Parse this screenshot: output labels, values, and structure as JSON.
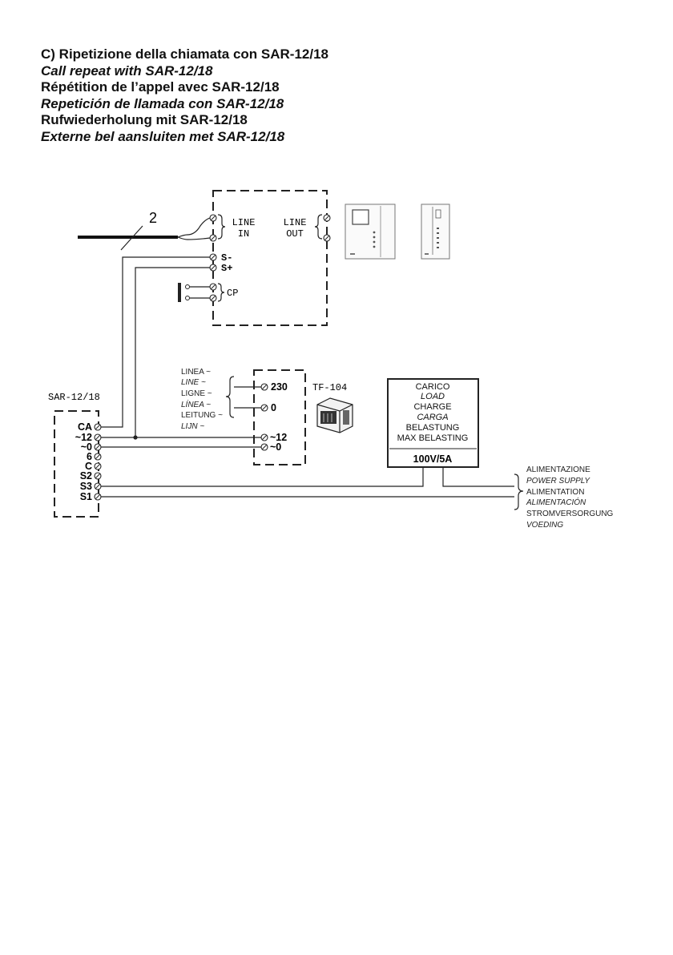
{
  "titles": [
    {
      "text": "C) Ripetizione della chiamata con SAR-12/18",
      "italic": false
    },
    {
      "text": "Call repeat with SAR-12/18",
      "italic": true
    },
    {
      "text": "Répétition de l’appel avec SAR-12/18",
      "italic": false
    },
    {
      "text": "Repetición de llamada con SAR-12/18",
      "italic": true
    },
    {
      "text": "Rufwiederholung mit SAR-12/18",
      "italic": false
    },
    {
      "text": "Externe bel aansluiten met SAR-12/18",
      "italic": true
    }
  ],
  "diagram": {
    "cable_count": "2",
    "monitor": {
      "line_in": [
        "LINE",
        "IN"
      ],
      "line_out": [
        "LINE",
        "OUT"
      ],
      "terminals": [
        "S-",
        "S+"
      ],
      "cp": "CP"
    },
    "sar": {
      "label": "SAR-12/18",
      "terminals": [
        "CA",
        "~12",
        "~0",
        "6",
        "C",
        "S2",
        "S3",
        "S1"
      ]
    },
    "transformer": {
      "label": "TF-104",
      "inputs": [
        "230",
        "0"
      ],
      "outputs": [
        "~12",
        "~0"
      ],
      "line_labels": [
        {
          "text": "LINEA ~",
          "italic": false
        },
        {
          "text": "LINE ~",
          "italic": true
        },
        {
          "text": "LIGNE ~",
          "italic": false
        },
        {
          "text": "LÍNEA ~",
          "italic": true
        },
        {
          "text": "LEITUNG ~",
          "italic": false
        },
        {
          "text": "LIJN ~",
          "italic": true
        }
      ]
    },
    "load": {
      "labels": [
        {
          "text": "CARICO",
          "italic": false
        },
        {
          "text": "LOAD",
          "italic": true
        },
        {
          "text": "CHARGE",
          "italic": false
        },
        {
          "text": "CARGA",
          "italic": true
        },
        {
          "text": "BELASTUNG",
          "italic": false
        },
        {
          "text": "MAX BELASTING",
          "italic": false
        }
      ],
      "rating": "100V/5A"
    },
    "power_supply": [
      {
        "text": "ALIMENTAZIONE",
        "italic": false
      },
      {
        "text": "POWER SUPPLY",
        "italic": true
      },
      {
        "text": "ALIMENTATION",
        "italic": false
      },
      {
        "text": "ALIMENTACIÓN",
        "italic": true
      },
      {
        "text": "STROMVERSORGUNG",
        "italic": false
      },
      {
        "text": "VOEDING",
        "italic": true
      }
    ]
  }
}
